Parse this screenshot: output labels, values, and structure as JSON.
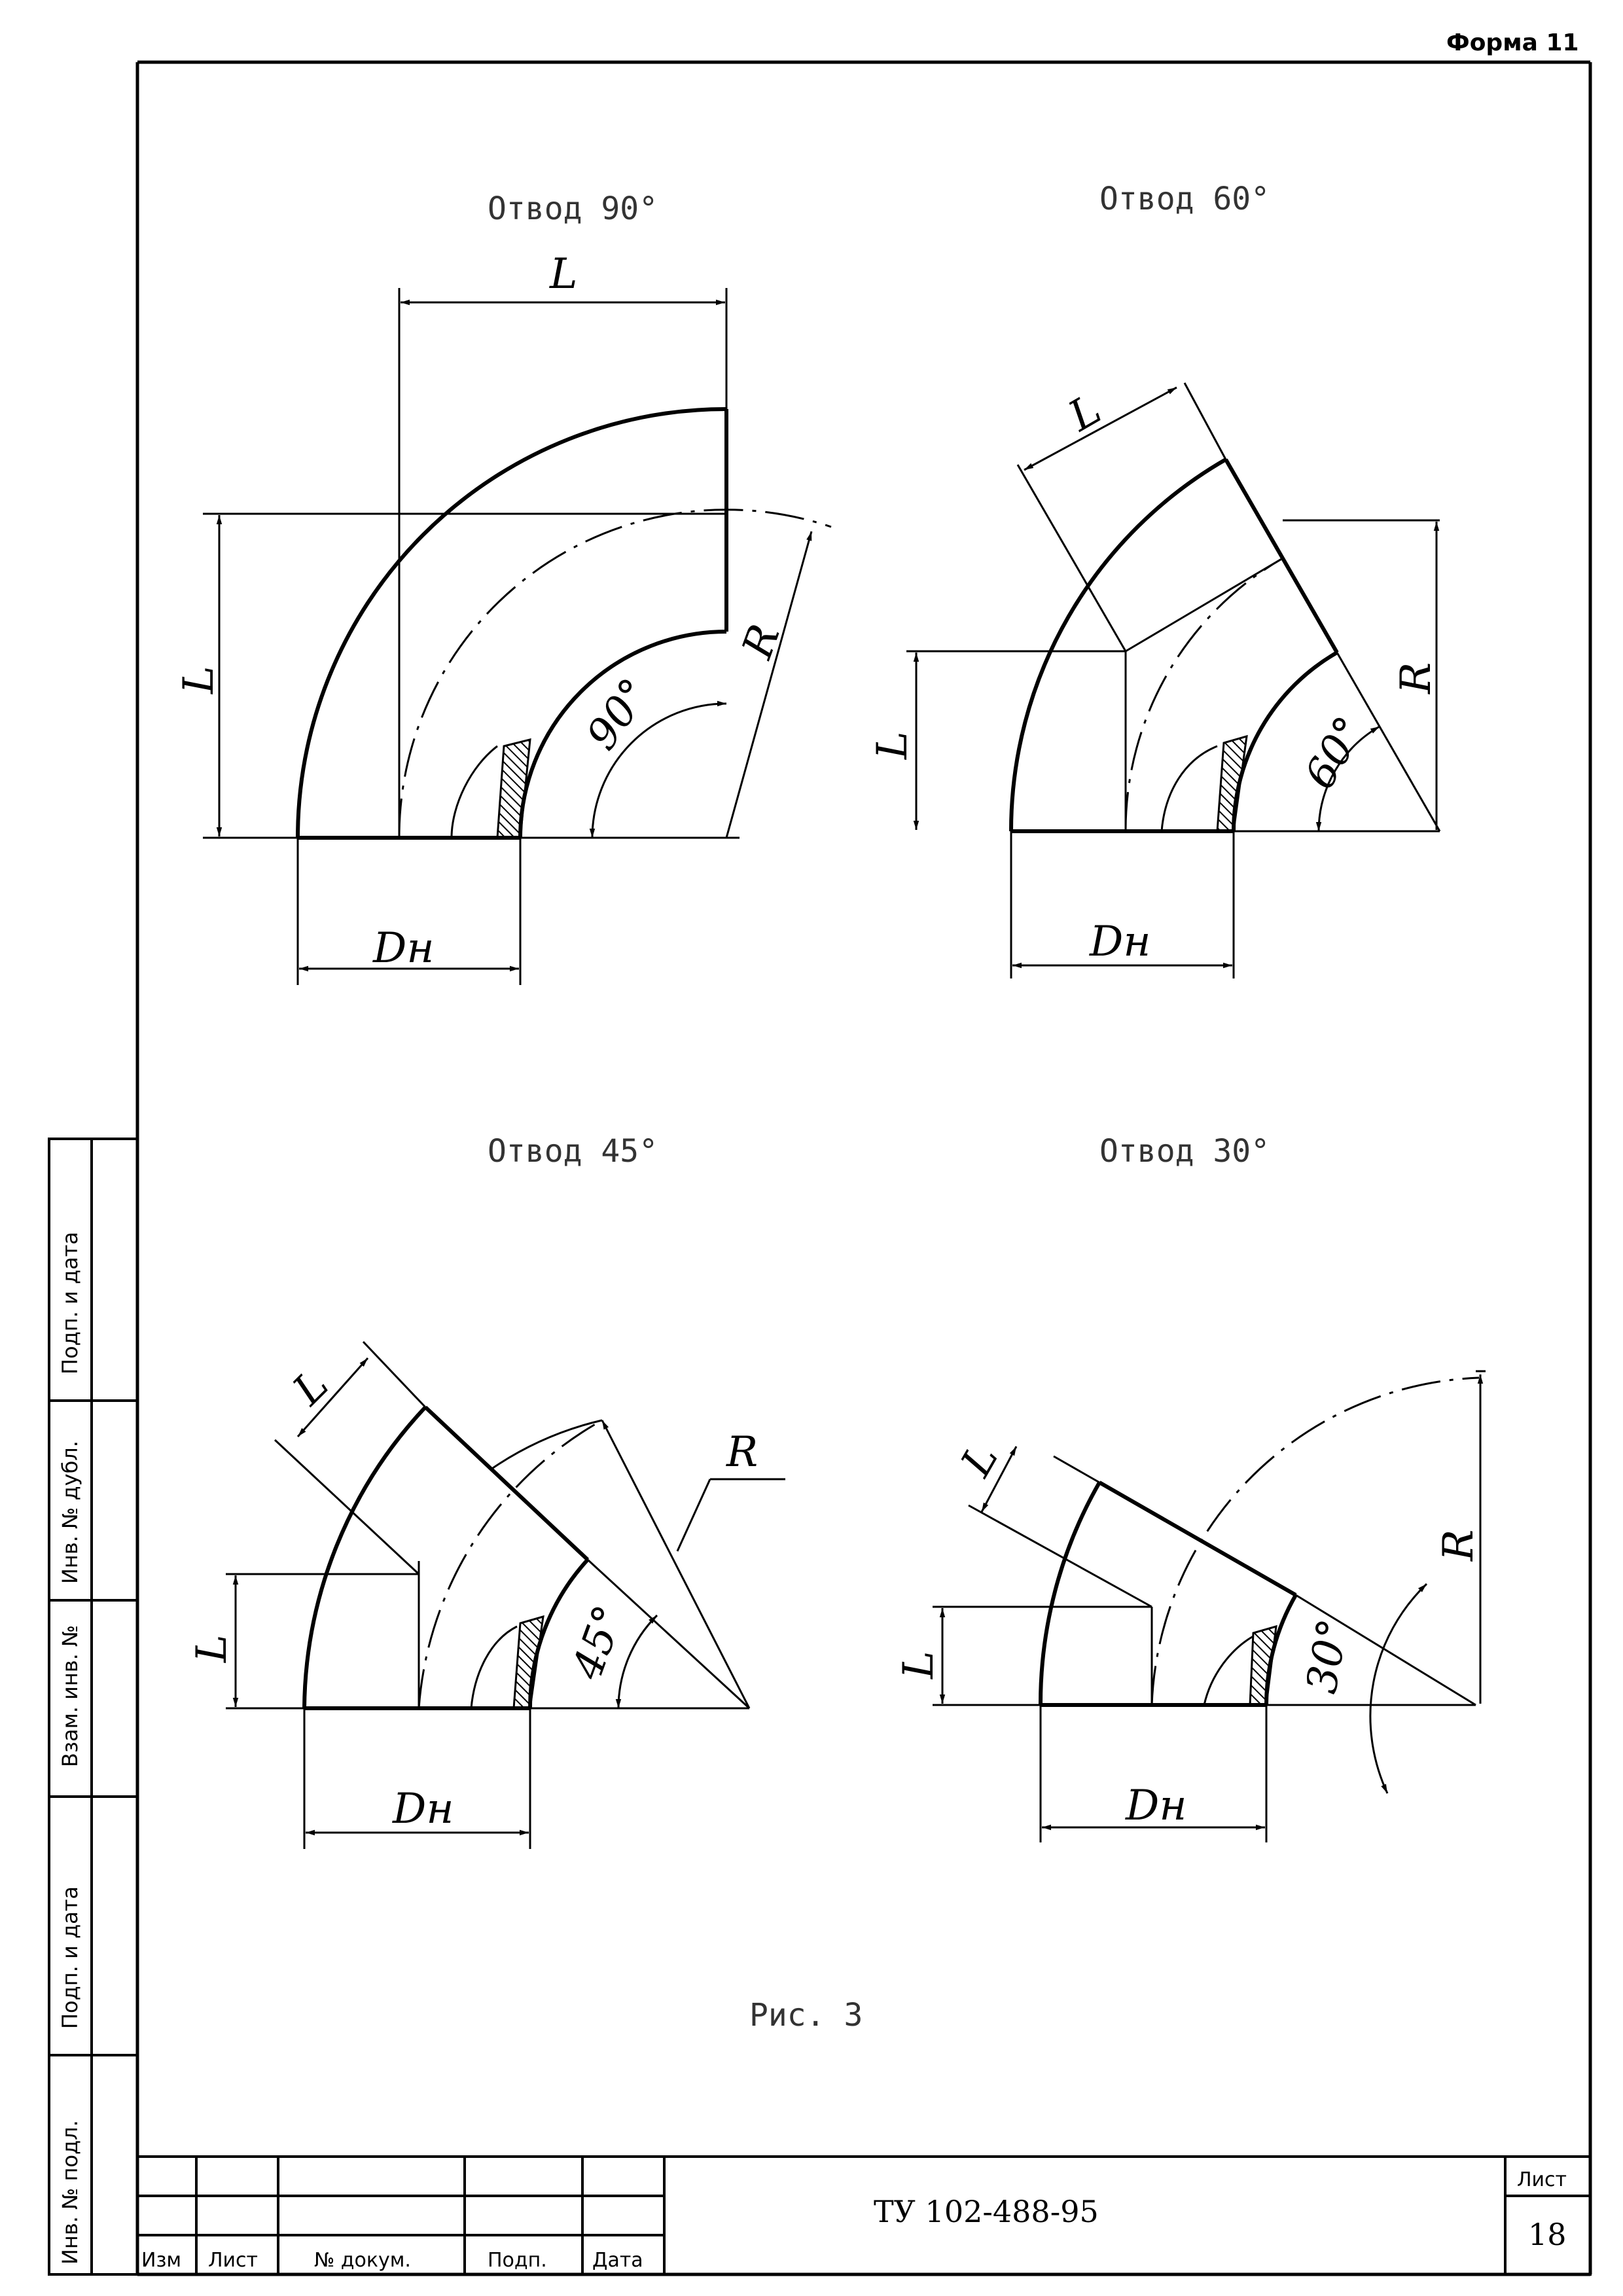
{
  "header": {
    "form_label": "Форма 11"
  },
  "figures": [
    {
      "title": "Отвод 90°",
      "angle_label": "90°",
      "label_L_top": "L",
      "label_L_side": "L",
      "label_R": "R",
      "label_D": "Dн"
    },
    {
      "title": "Отвод 60°",
      "angle_label": "60°",
      "label_L_top": "L",
      "label_L_side": "L",
      "label_R": "R",
      "label_D": "Dн"
    },
    {
      "title": "Отвод 45°",
      "angle_label": "45°",
      "label_L_top": "L",
      "label_L_side": "L",
      "label_R": "R",
      "label_D": "Dн"
    },
    {
      "title": "Отвод 30°",
      "angle_label": "30°",
      "label_L_top": "L",
      "label_L_side": "L",
      "label_R": "R",
      "label_D": "Dн"
    }
  ],
  "caption": "Рис. 3",
  "side_margin": {
    "fields": [
      "Инв. № подл.",
      "Подп. и дата",
      "Взам. инв. №",
      "Инв. № дубл.",
      "Подп. и дата"
    ]
  },
  "title_block": {
    "columns": [
      "Изм",
      "Лист",
      "№ докум.",
      "Подп.",
      "Дата"
    ],
    "document_code": "ТУ 102-488-95",
    "sheet_label": "Лист",
    "sheet_number": "18"
  }
}
